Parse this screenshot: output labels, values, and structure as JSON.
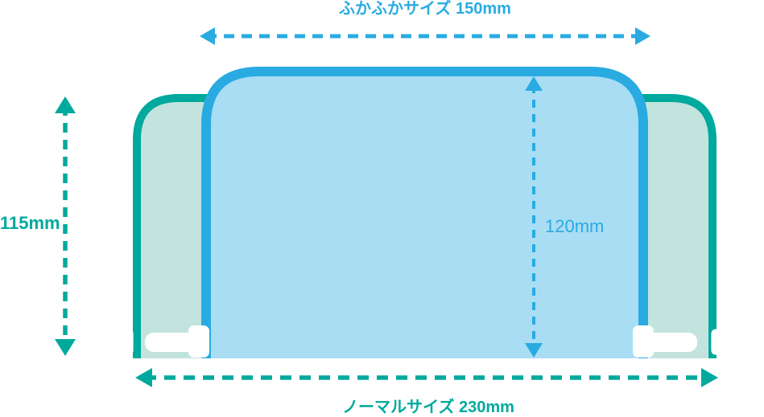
{
  "diagram": {
    "title_top": "ふかふかサイズ 150mm",
    "label_left_height": "115mm",
    "label_inner_height": "120mm",
    "label_bottom": "ノーマルサイズ 230mm"
  },
  "sizes": {
    "fukafuka_width_mm": 150,
    "fukafuka_height_mm": 120,
    "normal_width_mm": 230,
    "normal_height_mm": 115
  },
  "colors": {
    "blue": "#29ABE2",
    "blueFill": "#A9DDF4",
    "teal": "#00A99D",
    "tealFill": "#C3E4DE"
  }
}
